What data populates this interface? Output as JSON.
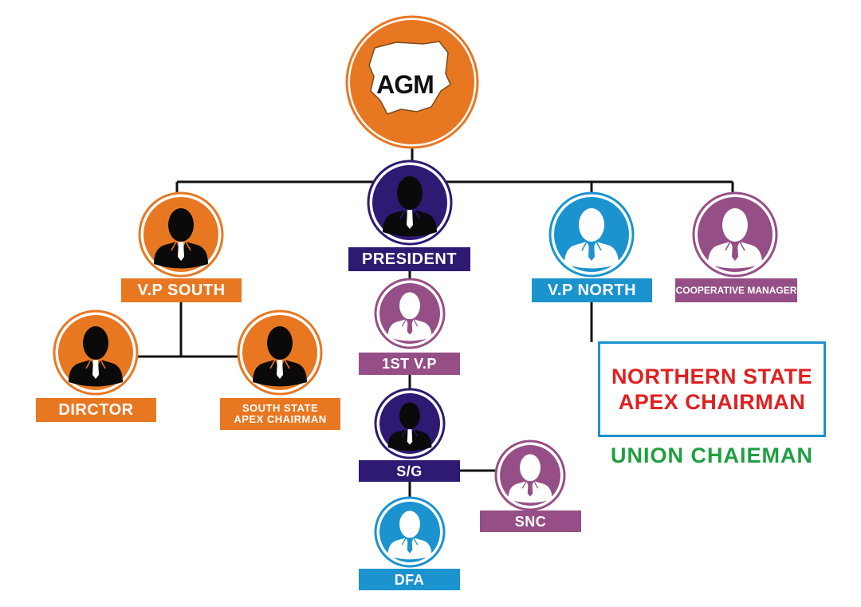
{
  "colors": {
    "orange": "#e87722",
    "navy": "#2e1a73",
    "purple": "#964f86",
    "blue": "#1a93cf",
    "red": "#e02020",
    "green": "#1f9e3f",
    "line": "#111111"
  },
  "root": {
    "label": "AGM",
    "icon": "nigeria-map-icon",
    "color": "orange"
  },
  "members": [
    {
      "id": "president",
      "label": "PRESIDENT",
      "color": "navy"
    },
    {
      "id": "vp-south",
      "label": "V.P SOUTH",
      "color": "orange"
    },
    {
      "id": "vp-north",
      "label": "V.P NORTH",
      "color": "blue"
    },
    {
      "id": "cooperative-manager",
      "label": "COOPERATIVE MANAGER",
      "color": "purple"
    },
    {
      "id": "dirctor",
      "label": "DIRCTOR",
      "color": "orange"
    },
    {
      "id": "south-state-apex-chairman",
      "label": "SOUTH STATE APEX CHAIRMAN",
      "color": "orange"
    },
    {
      "id": "1st-vp",
      "label": "1ST V.P",
      "color": "purple"
    },
    {
      "id": "sg",
      "label": "S/G",
      "color": "navy"
    },
    {
      "id": "snc",
      "label": "SNC",
      "color": "purple"
    },
    {
      "id": "dfa",
      "label": "DFA",
      "color": "blue"
    }
  ],
  "links": [
    [
      "agm",
      "president"
    ],
    [
      "president",
      "vp-south"
    ],
    [
      "president",
      "vp-north"
    ],
    [
      "president",
      "cooperative-manager"
    ],
    [
      "vp-south",
      "dirctor"
    ],
    [
      "vp-south",
      "south-state-apex-chairman"
    ],
    [
      "president",
      "1st-vp"
    ],
    [
      "1st-vp",
      "sg"
    ],
    [
      "sg",
      "snc"
    ],
    [
      "sg",
      "dfa"
    ],
    [
      "vp-north",
      "northern-state-apex-chairman"
    ]
  ],
  "northern_box": {
    "text": "NORTHERN STATE APEX CHAIRMAN",
    "color": "red"
  },
  "union_label": {
    "text": "UNION CHAIEMAN",
    "color": "green"
  },
  "icons": {
    "member": "person-silhouette-icon"
  }
}
